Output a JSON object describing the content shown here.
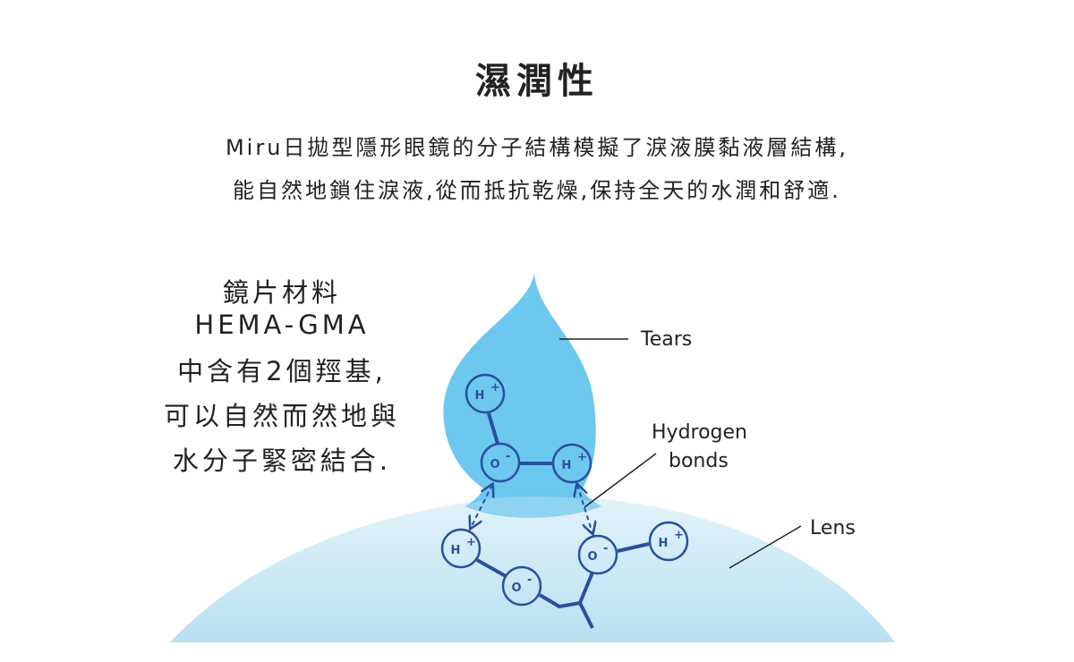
{
  "title": "濕潤性",
  "description": [
    "Miru日拋型隱形眼鏡的分子結構模擬了淚液膜黏液層結構,",
    "能自然地鎖住淚液,從而抵抗乾燥,保持全天的水潤和舒適."
  ],
  "material_note": [
    "鏡片材料",
    "HEMA-GMA",
    "中含有2個羥基,",
    "可以自然而然地與",
    "水分子緊密結合."
  ],
  "diagram": {
    "labels": {
      "tears": "Tears",
      "hydrogen": "Hydrogen",
      "bonds": "bonds",
      "lens": "Lens"
    },
    "atoms": {
      "h": "H",
      "o": "O",
      "plus": "+",
      "minus": "-"
    },
    "colors": {
      "tear": "#6cc8ef",
      "lens": "#d6eef8",
      "molecule": "#2a4fa0"
    }
  }
}
